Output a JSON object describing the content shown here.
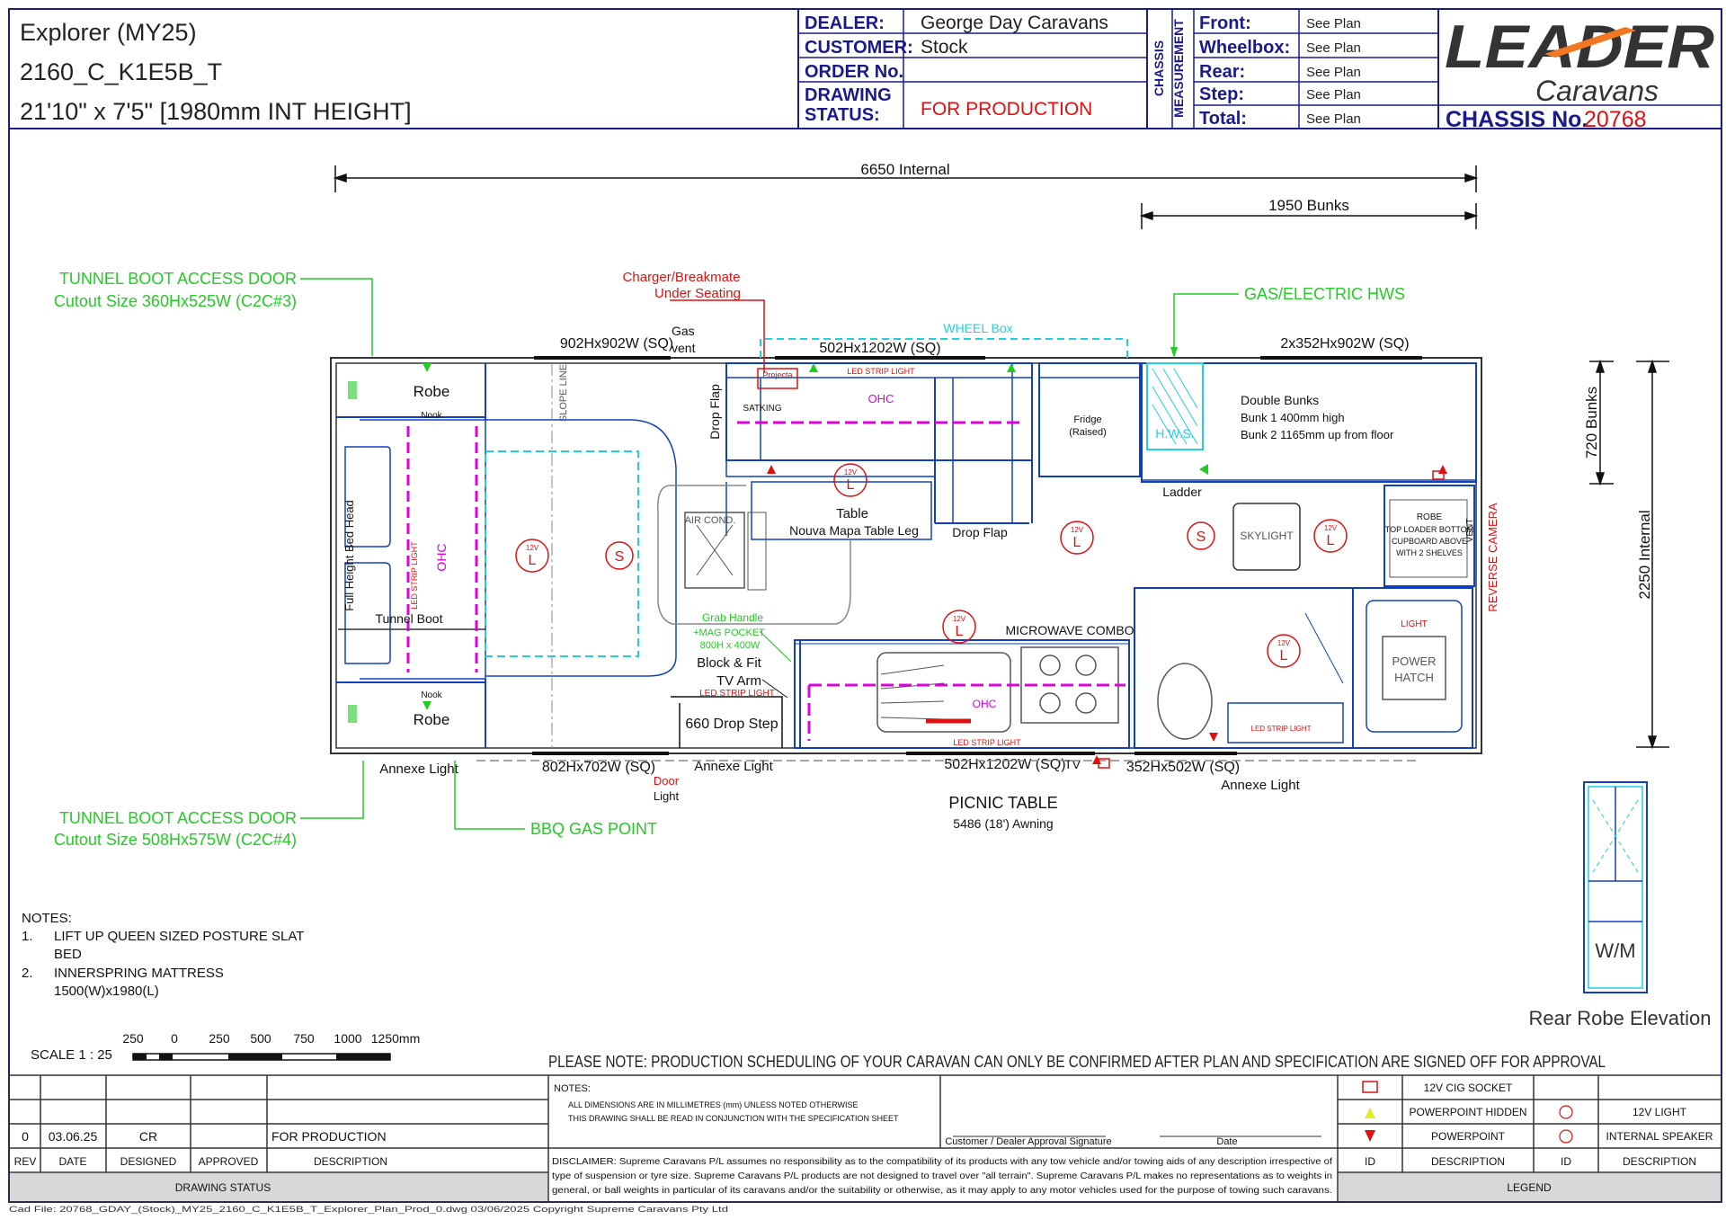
{
  "header": {
    "model": "Explorer (MY25)",
    "code": "2160_C_K1E5B_T",
    "size": "21'10\" x 7'5\" [1980mm INT HEIGHT]",
    "dealer_label": "DEALER:",
    "dealer": "George Day Caravans",
    "customer_label": "CUSTOMER:",
    "customer": "Stock",
    "order_label": "ORDER No.",
    "order": "",
    "status_label_1": "DRAWING",
    "status_label_2": "STATUS:",
    "status": "FOR PRODUCTION",
    "chassis_measure_1": "CHASSIS",
    "chassis_measure_2": "MEASUREMENT",
    "measures": [
      {
        "label": "Front:",
        "value": "See Plan"
      },
      {
        "label": "Wheelbox:",
        "value": "See Plan"
      },
      {
        "label": "Rear:",
        "value": "See Plan"
      },
      {
        "label": "Step:",
        "value": "See Plan"
      },
      {
        "label": "Total:",
        "value": "See Plan"
      }
    ],
    "logo_main": "LEADER",
    "logo_sub": "Caravans",
    "chassis_label": "CHASSIS No.",
    "chassis_no": "20768"
  },
  "dims": {
    "internal_length": "6650 Internal",
    "bunks": "1950 Bunks",
    "width_internal": "2250 Internal",
    "bunks_720": "720 Bunks"
  },
  "labels": {
    "tunnel_top_1": "TUNNEL BOOT ACCESS DOOR",
    "tunnel_top_2": "Cutout Size 360Hx525W (C2C#3)",
    "tunnel_bot_1": "TUNNEL BOOT ACCESS DOOR",
    "tunnel_bot_2": "Cutout Size 508Hx575W (C2C#4)",
    "charger_1": "Charger/Breakmate",
    "charger_2": "Under Seating",
    "gas_elec": "GAS/ELECTRIC HWS",
    "bbq": "BBQ GAS POINT",
    "wheel_box": "WHEEL Box",
    "win_902": "902Hx902W (SQ)",
    "win_502_top": "502Hx1202W (SQ)",
    "win_352": "2x352Hx902W (SQ)",
    "win_802": "802Hx702W (SQ)",
    "win_502_bot": "502Hx1202W (SQ)",
    "win_352_bot": "352Hx502W (SQ)",
    "gas_vent_1": "Gas",
    "gas_vent_2": "vent",
    "robe_top": "Robe",
    "robe_bot": "Robe",
    "nook": "Nook",
    "full_height": "Full Height Bed Head",
    "tunnel_boot": "Tunnel Boot",
    "slope_line": "SLOPE LINE",
    "air_cond": "AIR COND.",
    "table": "Table",
    "table_leg": "Nouva Mapa Table Leg",
    "drop_flap_top": "Drop Flap",
    "drop_flap_mid": "Drop Flap",
    "ohc": "OHC",
    "fridge_1": "Fridge",
    "fridge_2": "(Raised)",
    "hws": "H.W.S.",
    "double_bunks": "Double Bunks",
    "bunk1": "Bunk 1   400mm high",
    "bunk2": "Bunk 2   1165mm up from floor",
    "ladder": "Ladder",
    "skylight": "SKYLIGHT",
    "robe_right_1": "ROBE",
    "robe_right_2": "TOP LOADER BOTTOM",
    "robe_right_3": "CUPBOARD ABOVE",
    "robe_right_4": "WITH 2 SHELVES",
    "reverse_camera": "REVERSE CAMERA",
    "vent": "VENT",
    "power_hatch_1": "POWER",
    "power_hatch_2": "HATCH",
    "light": "LIGHT",
    "microwave": "MICROWAVE COMBO",
    "grab_1": "Grab Handle",
    "grab_2": "+MAG POCKET",
    "grab_3": "800H x 400W",
    "block_fit": "Block & Fit",
    "tv_arm": "TV Arm",
    "led_strip": "LED STRIP LIGHT",
    "drop_step": "660 Drop Step",
    "annexe_left": "Annexe Light",
    "annexe_mid": "Annexe Light",
    "annexe_right": "Annexe Light",
    "door_light_1": "Door",
    "door_light_2": "Light",
    "picnic": "PICNIC TABLE",
    "awning": "5486 (18') Awning",
    "projecta": "Projecta",
    "satking": "SATKING",
    "tv": "TV",
    "wm": "W/M",
    "rear_robe": "Rear Robe Elevation",
    "l_label": "L",
    "s_label": "S",
    "v12": "12V"
  },
  "notes": {
    "title": "NOTES:",
    "items": [
      {
        "num": "1.",
        "line1": "LIFT UP QUEEN SIZED POSTURE SLAT",
        "line2": "BED"
      },
      {
        "num": "2.",
        "line1": "INNERSPRING MATTRESS",
        "line2": "1500(W)x1980(L)"
      }
    ]
  },
  "scale": {
    "label": "SCALE 1 : 25",
    "ticks": [
      "250",
      "0",
      "250",
      "500",
      "750",
      "1000",
      "1250mm"
    ]
  },
  "please_note": "PLEASE NOTE: PRODUCTION SCHEDULING OF YOUR CARAVAN CAN ONLY BE CONFIRMED AFTER PLAN AND SPECIFICATION ARE SIGNED OFF FOR APPROVAL",
  "titleblock": {
    "rev": "0",
    "date": "03.06.25",
    "designed": "CR",
    "description": "FOR PRODUCTION",
    "h_rev": "REV",
    "h_date": "DATE",
    "h_designed": "DESIGNED",
    "h_approved": "APPROVED",
    "h_description": "DESCRIPTION",
    "drawing_status": "DRAWING STATUS",
    "notes_title": "NOTES:",
    "note1": "ALL DIMENSIONS ARE IN MILLIMETRES (mm) UNLESS NOTED OTHERWISE",
    "note2": "THIS DRAWING SHALL BE READ IN CONJUNCTION WITH THE SPECIFICATION SHEET",
    "approval": "Customer / Dealer Approval Signature",
    "approval_date": "Date",
    "disclaimer_1": "DISCLAIMER: Supreme Caravans P/L assumes no responsibility as to the compatibility of its products with any tow vehicle and/or towing aids of any description irrespective of",
    "disclaimer_2": "type of suspension or tyre size. Supreme Caravans P/L products are not designed to travel over \"all terrain\". Supreme Caravans P/L makes no representations as to weights in",
    "disclaimer_3": "general, or ball weights in particular of its caravans and/or the suitability or otherwise, as it may apply to any motor vehicles used for the purpose of towing such caravans.",
    "footer": "Cad File: 20768_GDAY_(Stock)_MY25_2160_C_K1E5B_T_Explorer_Plan_Prod_0.dwg  03/06/2025  Copyright Supreme Caravans Pty Ltd"
  },
  "legend": {
    "title": "LEGEND",
    "h_id": "ID",
    "h_desc": "DESCRIPTION",
    "items": [
      {
        "desc": "12V CIG SOCKET"
      },
      {
        "desc": "POWERPOINT HIDDEN"
      },
      {
        "desc": "POWERPOINT"
      },
      {
        "desc": "12V LIGHT"
      },
      {
        "desc": "INTERNAL SPEAKER"
      }
    ]
  },
  "colors": {
    "border": "#1a1a8c",
    "green": "#22cc22",
    "red": "#e01010",
    "magenta": "#e000e0",
    "cyan": "#20d0e0",
    "blue": "#1040c0"
  }
}
